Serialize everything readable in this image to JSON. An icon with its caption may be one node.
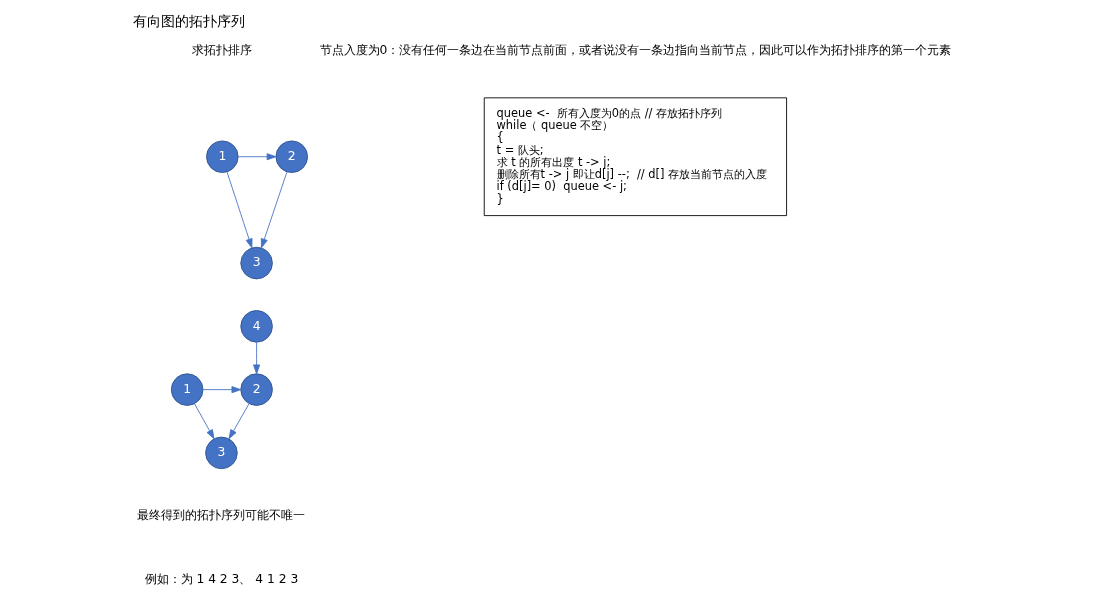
{
  "diagram": {
    "title": "有向图的拓扑序列",
    "nodes": [
      {
        "text": [
          "1"
        ]
      },
      {
        "text": [
          "2"
        ]
      },
      {
        "text": [
          "3"
        ]
      },
      {
        "text": [
          "4"
        ]
      },
      {
        "text": [
          "1"
        ]
      },
      {
        "text": [
          "2"
        ]
      },
      {
        "text": [
          "3"
        ]
      },
      {
        "text": [
          "queue <-  所有入度为0的点 // 存放拓扑序列",
          "while（ queue 不空）",
          "{",
          "t = 队头;",
          "求 t 的所有出度 t -> j;",
          "删除所有t -> j 即让d[j] --;  // d[] 存放当前节点的入度",
          "if (d[j]= 0)  queue <- j;",
          "}"
        ]
      }
    ],
    "edges": [
      {
        "from": 0,
        "to": 1,
        "arrow": "to"
      },
      {
        "from": 0,
        "to": 2,
        "arrow": "to"
      },
      {
        "from": 1,
        "to": 2,
        "arrow": "to"
      },
      {
        "from": 3,
        "to": 5,
        "arrow": "to"
      },
      {
        "from": 4,
        "to": 5,
        "arrow": "to"
      },
      {
        "from": 4,
        "to": 6,
        "arrow": "to"
      },
      {
        "from": 5,
        "to": 6,
        "arrow": "to"
      }
    ],
    "labels": [
      "求拓扑排序",
      "节点入度为0：没有任何一条边在当前节点前面，或者说没有一条边指向当前节点，因此可以作为拓扑排序的第一个元素",
      "最终得到的拓扑序列可能不唯一",
      "例如：为 1 4 2 3、 4 1 2 3"
    ]
  }
}
